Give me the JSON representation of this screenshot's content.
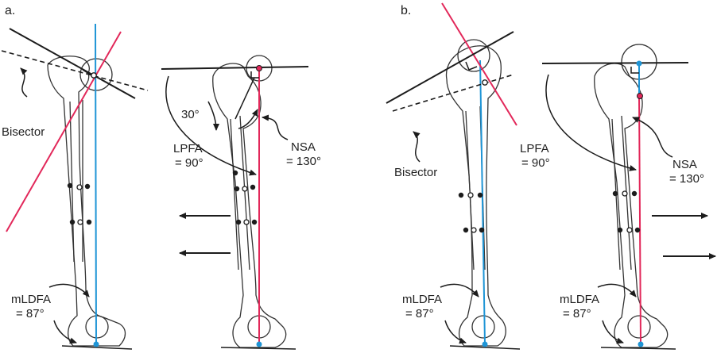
{
  "panels": {
    "a": {
      "label": "a.",
      "bisector_label": "Bisector",
      "lpfa_label": "LPFA",
      "lpfa_value": "= 90°",
      "angle_30": "30°",
      "nsa_label": "NSA",
      "nsa_value": "= 130°",
      "mldfa_left_label": "mLDFA",
      "mldfa_left_value": "= 87°"
    },
    "b": {
      "label": "b.",
      "bisector_label": "Bisector",
      "lpfa_label": "LPFA",
      "lpfa_value": "= 90°",
      "nsa_label": "NSA",
      "nsa_value": "= 130°",
      "mldfa_left_label": "mLDFA",
      "mldfa_left_value": "= 87°",
      "mldfa_right_label": "mLDFA",
      "mldfa_right_value": "= 87°"
    }
  },
  "colors": {
    "mechanical_axis": "#1f95d6",
    "neck_axis": "#e2285a",
    "ink": "#1c1c1c"
  },
  "icons": [
    "arrow-left-icon",
    "arrow-right-icon"
  ]
}
